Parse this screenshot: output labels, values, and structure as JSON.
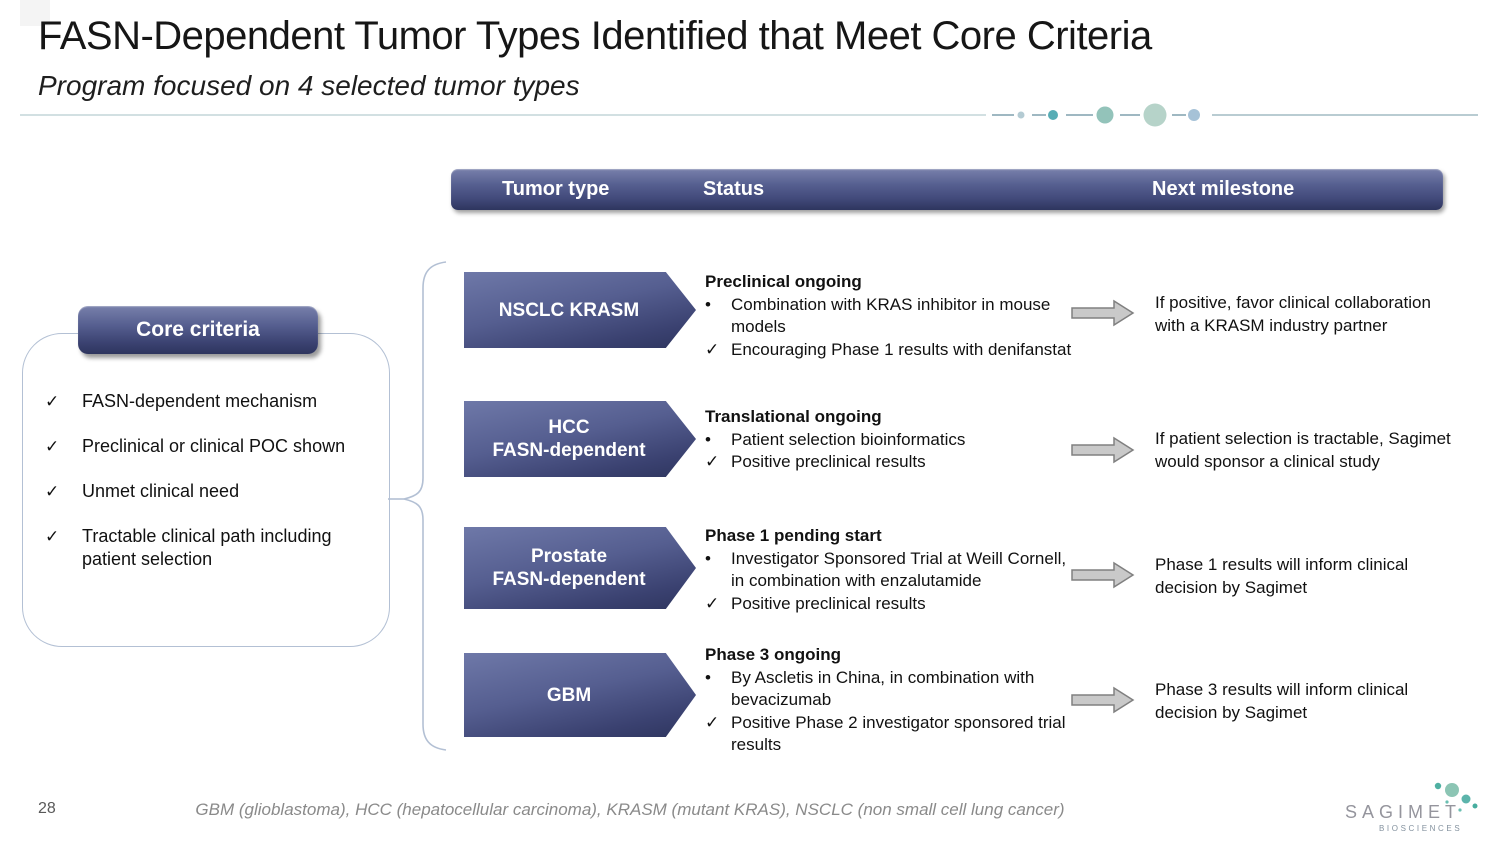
{
  "slide": {
    "title": "FASN-Dependent Tumor Types Identified that Meet Core Criteria",
    "subtitle": "Program focused on 4 selected tumor types",
    "page_number": "28",
    "footnote": "GBM (glioblastoma), HCC (hepatocellular carcinoma), KRASM (mutant KRAS), NSCLC (non small cell lung cancer)"
  },
  "table_header": {
    "tumor_type": "Tumor type",
    "status": "Status",
    "next_milestone": "Next milestone"
  },
  "core_criteria": {
    "title": "Core criteria",
    "check_glyph": "✓",
    "items": [
      "FASN-dependent mechanism",
      "Preclinical or clinical POC shown",
      "Unmet clinical need",
      "Tractable clinical path including patient selection"
    ]
  },
  "rows": [
    {
      "label_line1": "NSCLC KRASM",
      "label_line2": "",
      "status_heading": "Preclinical ongoing",
      "status_items": [
        {
          "marker": "•",
          "text": "Combination with KRAS inhibitor in mouse models"
        },
        {
          "marker": "✓",
          "text": "Encouraging Phase 1 results with denifanstat"
        }
      ],
      "milestone": "If positive, favor clinical collaboration with a KRASM industry partner"
    },
    {
      "label_line1": "HCC",
      "label_line2": "FASN-dependent",
      "status_heading": "Translational ongoing",
      "status_items": [
        {
          "marker": "•",
          "text": "Patient selection bioinformatics"
        },
        {
          "marker": "✓",
          "text": "Positive preclinical results"
        }
      ],
      "milestone": "If patient selection is tractable, Sagimet would sponsor a clinical study"
    },
    {
      "label_line1": "Prostate",
      "label_line2": "FASN-dependent",
      "status_heading": "Phase 1 pending start",
      "status_items": [
        {
          "marker": "•",
          "text": "Investigator Sponsored Trial at Weill Cornell, in combination with enzalutamide"
        },
        {
          "marker": "✓",
          "text": "Positive preclinical results"
        }
      ],
      "milestone": "Phase 1 results will inform clinical decision by Sagimet"
    },
    {
      "label_line1": "GBM",
      "label_line2": "",
      "status_heading": "Phase 3 ongoing",
      "status_items": [
        {
          "marker": "•",
          "text": "By Ascletis in China, in combination with bevacizumab"
        },
        {
          "marker": "✓",
          "text": "Positive Phase 2 investigator sponsored trial results"
        }
      ],
      "milestone": "Phase 3 results will inform clinical decision by Sagimet"
    }
  ],
  "logo": {
    "name": "SAGIMET",
    "sub": "BIOSCIENCES"
  },
  "colors": {
    "navy-top": "#6e78a8",
    "navy-mid": "#4b5486",
    "navy-dark": "#2e355e",
    "line-blue": "#b3c0d4",
    "divider": "#c3d5d9",
    "gray-arrow-fill": "#c9c9c9",
    "gray-arrow-stroke": "#808080",
    "footnote-gray": "#8a8a8a"
  }
}
